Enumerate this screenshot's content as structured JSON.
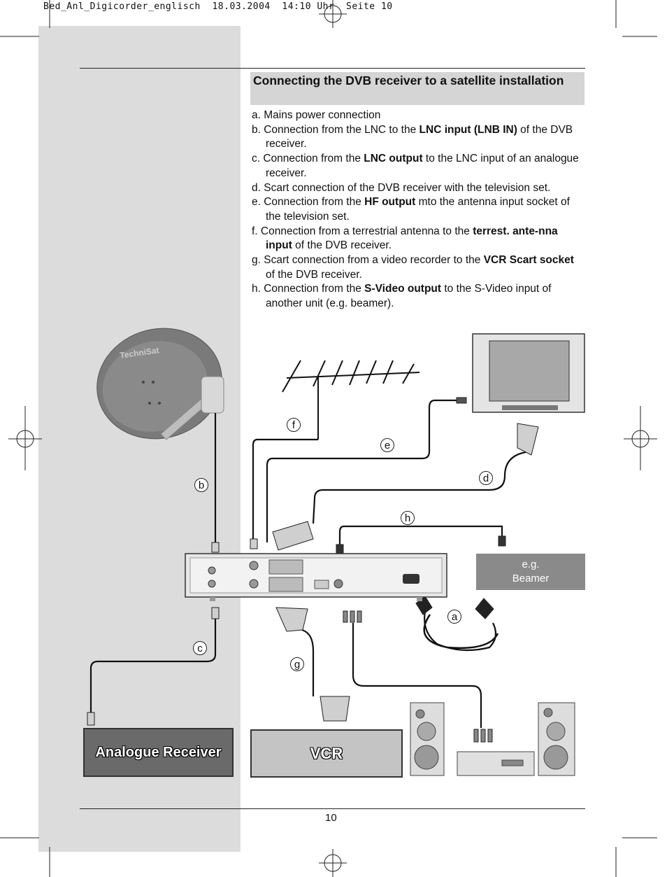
{
  "slug": "Bed_Anl_Digicorder_englisch  18.03.2004  14:10 Uhr  Seite 10",
  "heading": "Connecting the DVB receiver  to a satellite installation",
  "items": [
    {
      "pre": "a. Mains power connection",
      "bold": "",
      "post": ""
    },
    {
      "pre": "b. Connection from the LNC to the ",
      "bold": "LNC input (LNB IN)",
      "post": " of the DVB receiver."
    },
    {
      "pre": "c. Connection from the ",
      "bold": "LNC output",
      "post": " to the LNC input of an analogue receiver."
    },
    {
      "pre": "d. Scart connection of the DVB receiver with the television set.",
      "bold": "",
      "post": ""
    },
    {
      "pre": "e. Connection from the ",
      "bold": "HF output",
      "post": " mto the antenna input socket of the television set."
    },
    {
      "pre": "f. Connection from a terrestrial antenna to the ",
      "bold": "terrest. ante-nna input",
      "post": " of the DVB receiver."
    },
    {
      "pre": "g. Scart connection from a video recorder to the ",
      "bold": "VCR Scart socket",
      "post": " of the DVB receiver."
    },
    {
      "pre": "h. Connection from the ",
      "bold": "S-Video output",
      "post": " to the S-Video input of another unit (e.g. beamer)."
    }
  ],
  "diagram": {
    "labels": [
      "a",
      "b",
      "c",
      "d",
      "e",
      "f",
      "g",
      "h"
    ],
    "analogue_receiver": "Analogue Receiver",
    "vcr": "VCR",
    "beamer_line1": "e.g.",
    "beamer_line2": "Beamer",
    "dish_brand": "TechniSat"
  },
  "page_number": "10"
}
